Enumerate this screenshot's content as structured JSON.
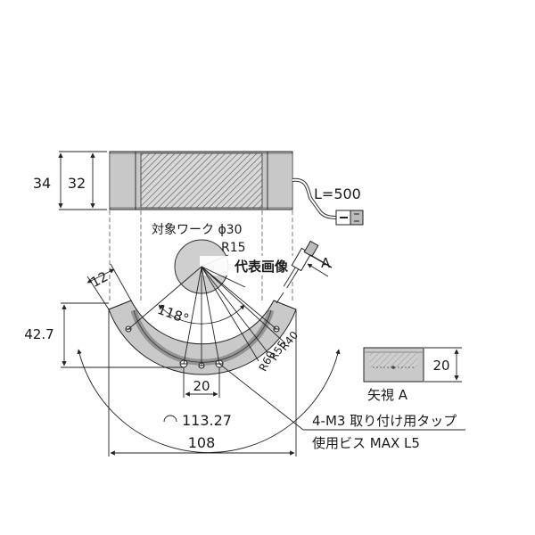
{
  "top_view": {
    "dim_outer_height": "34",
    "dim_inner_height": "32",
    "cable_length": "L=500"
  },
  "work": {
    "target_label": "対象ワーク ϕ30",
    "radius_r15": "R15",
    "watermark": "代表画像",
    "view_arrow": "A"
  },
  "plan_view": {
    "dim_12": "12",
    "dim_42_7": "42.7",
    "angle_118": "118°",
    "r40": "R40",
    "r55": "R55",
    "r60": "R60",
    "dim_20": "20",
    "arc_length": "113.27",
    "dim_108": "108"
  },
  "notes": {
    "tap_note": "4-M3 取り付け用タップ",
    "screw_note": "使用ビス MAX L5"
  },
  "view_a": {
    "dim_20": "20",
    "label": "矢視 A"
  }
}
